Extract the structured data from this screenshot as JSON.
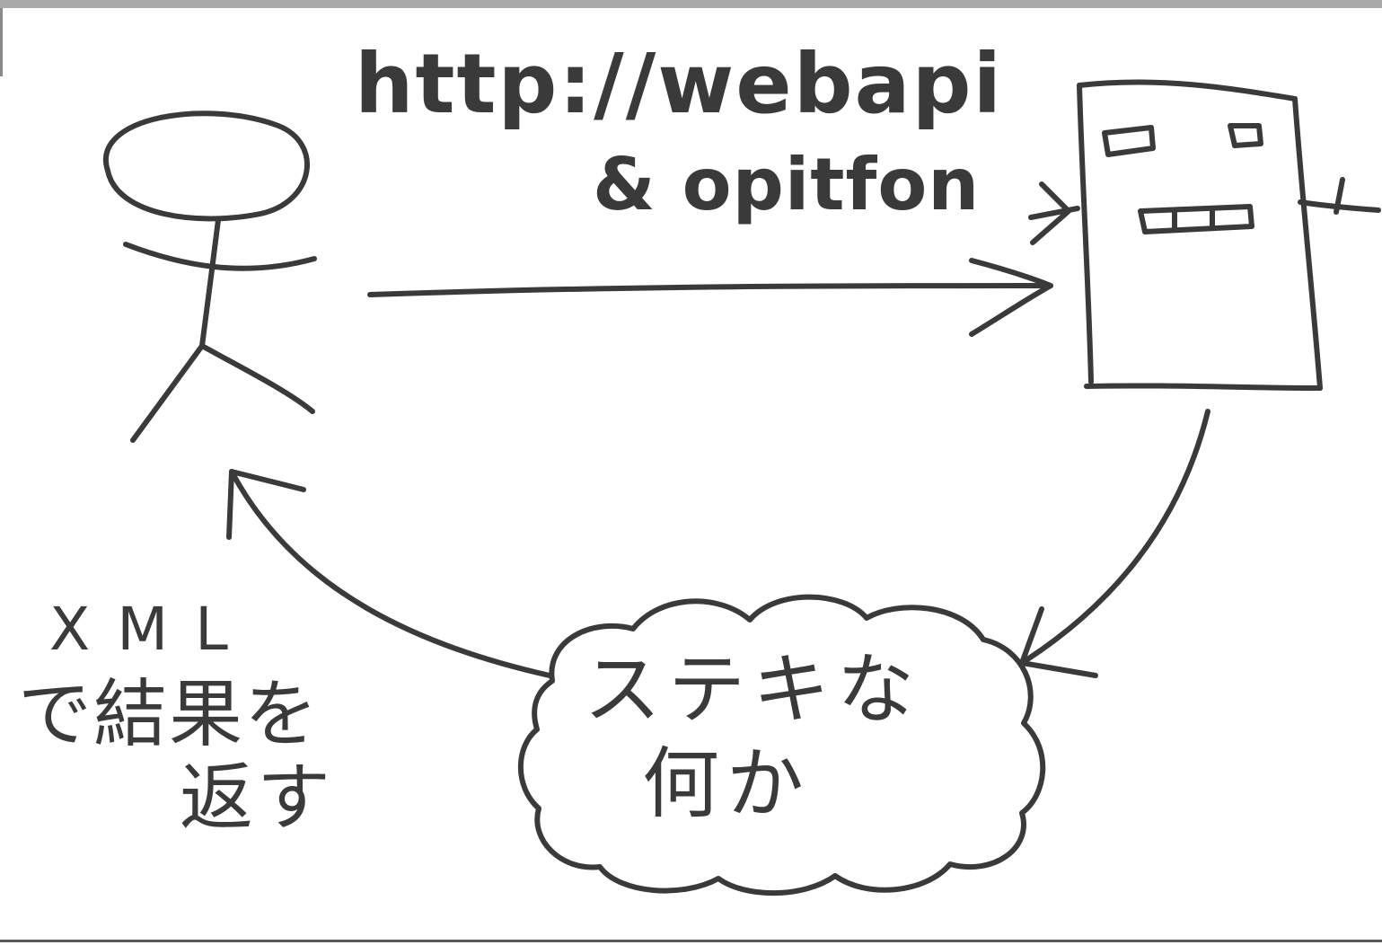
{
  "request": {
    "url_line1": "http://webapi",
    "url_line2": "& opitfon"
  },
  "processing": {
    "line1": "ステキな",
    "line2": "何か"
  },
  "response": {
    "line1": "XML",
    "line2": "で結果を",
    "line3": "返す"
  },
  "colors": {
    "ink": "#3a3a3a",
    "background": "#ffffff",
    "frame": "#a9a9a9"
  }
}
